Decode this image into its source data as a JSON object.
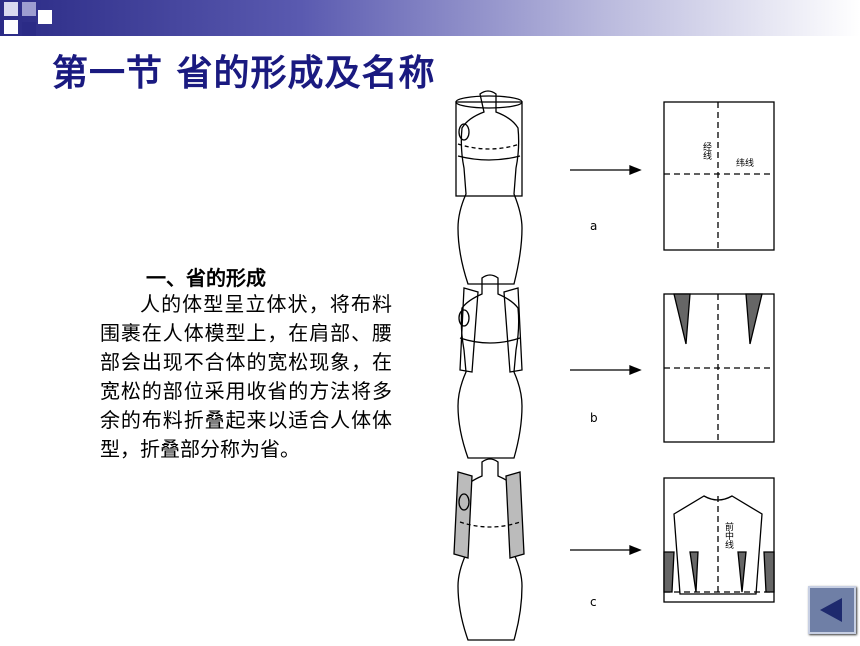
{
  "slide": {
    "title": "第一节 省的形成及名称",
    "section_heading": "一、省的形成",
    "body": "人的体型呈立体状，将布料围裹在人体模型上，在肩部、腰部会出现不合体的宽松现象，在宽松的部位采用收省的方法将多余的布料折叠起来以适合人体体型，折叠部分称为省。"
  },
  "figure": {
    "panel_a": {
      "letter": "a",
      "label_warp": "经线",
      "label_weft": "纬线"
    },
    "panel_b": {
      "letter": "b"
    },
    "panel_c": {
      "letter": "c",
      "label_front_center": "前中线"
    }
  },
  "theme": {
    "title_color": "#1a1a80",
    "band_color": "#2b2b86"
  },
  "nav": {
    "back_icon": "triangle-left-icon"
  }
}
